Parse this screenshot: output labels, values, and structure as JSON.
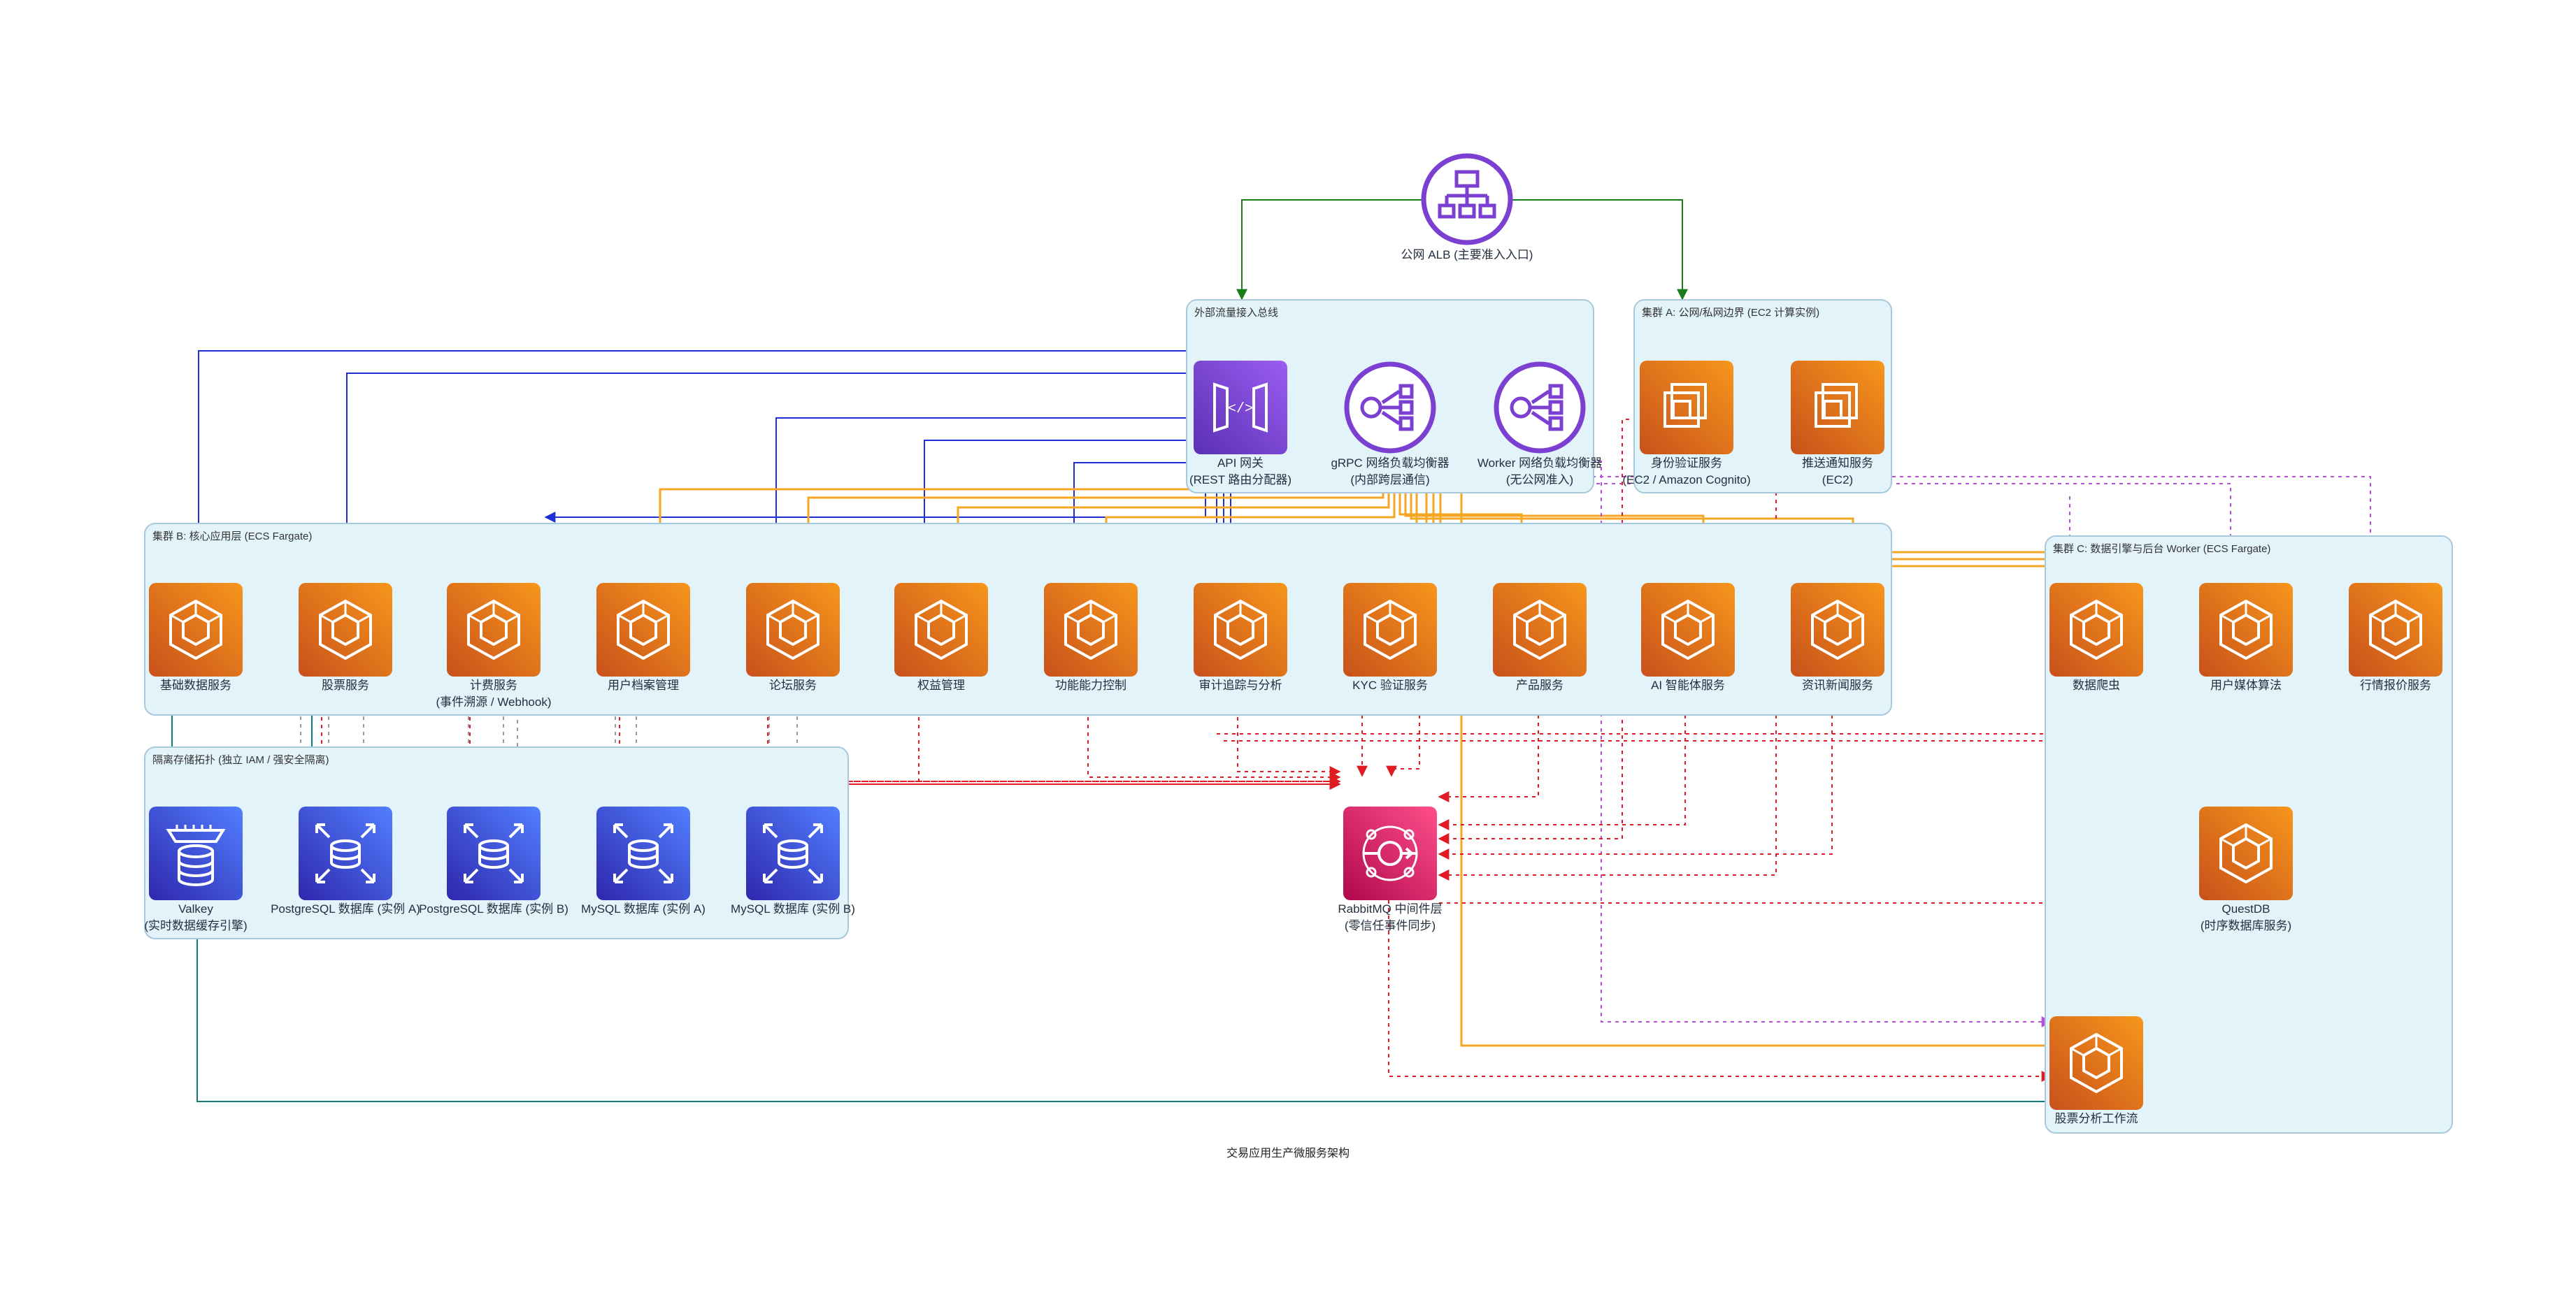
{
  "diagram_title": "交易应用生产微服务架构",
  "alb": {
    "label": "公网 ALB (主要准入入口)"
  },
  "clusters": {
    "ingress": "外部流量接入总线",
    "cluster_a": "集群 A: 公网/私网边界 (EC2 计算实例)",
    "cluster_b": "集群 B: 核心应用层 (ECS Fargate)",
    "cluster_c": "集群 C: 数据引擎与后台 Worker (ECS Fargate)",
    "storage": "隔离存储拓扑 (独立 IAM / 强安全隔离)"
  },
  "nodes": {
    "api_gateway": {
      "line1": "API 网关",
      "line2": "(REST 路由分配器)"
    },
    "grpc_lb": {
      "line1": "gRPC 网络负载均衡器",
      "line2": "(内部跨层通信)"
    },
    "worker_lb": {
      "line1": "Worker 网络负载均衡器",
      "line2": "(无公网准入)"
    },
    "auth_service": {
      "line1": "身份验证服务",
      "line2": "(EC2 / Amazon Cognito)"
    },
    "push_service": {
      "line1": "推送通知服务",
      "line2": "(EC2)"
    },
    "base_data": {
      "line1": "基础数据服务"
    },
    "stock_service": {
      "line1": "股票服务"
    },
    "billing": {
      "line1": "计费服务",
      "line2": "(事件溯源 / Webhook)"
    },
    "user_profile": {
      "line1": "用户档案管理"
    },
    "forum": {
      "line1": "论坛服务"
    },
    "entitlement": {
      "line1": "权益管理"
    },
    "feature_control": {
      "line1": "功能能力控制"
    },
    "audit": {
      "line1": "审计追踪与分析"
    },
    "kyc": {
      "line1": "KYC 验证服务"
    },
    "product": {
      "line1": "产品服务"
    },
    "ai_agent": {
      "line1": "AI 智能体服务"
    },
    "news": {
      "line1": "资讯新闻服务"
    },
    "crawler": {
      "line1": "数据爬虫"
    },
    "media_algo": {
      "line1": "用户媒体算法"
    },
    "quote": {
      "line1": "行情报价服务"
    },
    "questdb": {
      "line1": "QuestDB",
      "line2": "(时序数据库服务)"
    },
    "stock_analysis": {
      "line1": "股票分析工作流"
    },
    "rabbitmq": {
      "line1": "RabbitMQ 中间件层",
      "line2": "(零信任事件同步)"
    },
    "valkey": {
      "line1": "Valkey",
      "line2": "(实时数据缓存引擎)"
    },
    "pg_a": {
      "line1": "PostgreSQL 数据库 (实例 A)"
    },
    "pg_b": {
      "line1": "PostgreSQL 数据库 (实例 B)"
    },
    "mysql_a": {
      "line1": "MySQL 数据库 (实例 A)"
    },
    "mysql_b": {
      "line1": "MySQL 数据库 (实例 B)"
    }
  },
  "icons": {
    "alb": "load-balancer-icon",
    "api_gateway": "api-gateway-icon",
    "nlb": "network-load-balancer-icon",
    "ec2": "ec2-chip-icon",
    "ecs": "ecs-container-icon",
    "rabbitmq": "message-broker-icon",
    "cache": "cache-database-icon",
    "database": "database-icon"
  },
  "colors": {
    "cluster_fill": "#e3f3fa",
    "cluster_border": "#a9c9db",
    "compute_orange": "#e8720c",
    "network_purple": "#7b3fd1",
    "database_blue": "#3b48cc",
    "broker_pink": "#d6245d",
    "edge_green": "#1b7c1b",
    "edge_blue": "#1f2fd6",
    "edge_orange": "#f5a623",
    "edge_red": "#e01b24",
    "edge_magenta": "#b44fd6",
    "edge_darkred": "#9b0d0d",
    "edge_teal": "#0e7c7b",
    "edge_gray": "#9a9a9a"
  }
}
